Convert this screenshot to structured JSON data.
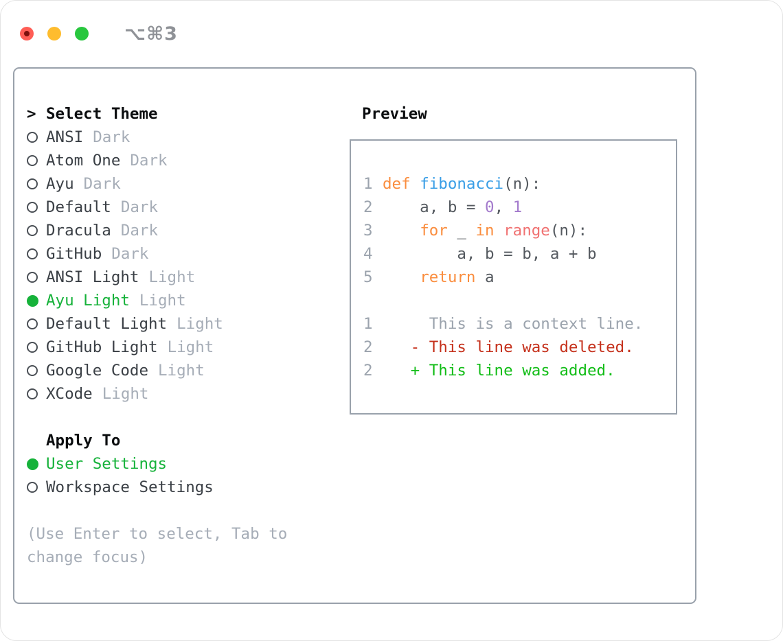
{
  "titlebar": {
    "shortcut": "⌥⌘3",
    "buttons": [
      "close",
      "minimize",
      "zoom"
    ]
  },
  "sidebar": {
    "prompt": ">",
    "title": "Select Theme",
    "items": [
      {
        "name": "ANSI",
        "variant": "Dark",
        "selected": false
      },
      {
        "name": "Atom One",
        "variant": "Dark",
        "selected": false
      },
      {
        "name": "Ayu",
        "variant": "Dark",
        "selected": false
      },
      {
        "name": "Default",
        "variant": "Dark",
        "selected": false
      },
      {
        "name": "Dracula",
        "variant": "Dark",
        "selected": false
      },
      {
        "name": "GitHub",
        "variant": "Dark",
        "selected": false
      },
      {
        "name": "ANSI Light",
        "variant": "Light",
        "selected": false
      },
      {
        "name": "Ayu Light",
        "variant": "Light",
        "selected": true
      },
      {
        "name": "Default Light",
        "variant": "Light",
        "selected": false
      },
      {
        "name": "GitHub Light",
        "variant": "Light",
        "selected": false
      },
      {
        "name": "Google Code",
        "variant": "Light",
        "selected": false
      },
      {
        "name": "XCode",
        "variant": "Light",
        "selected": false
      }
    ],
    "apply_to": {
      "title": "Apply To",
      "options": [
        {
          "label": "User Settings",
          "selected": true
        },
        {
          "label": "Workspace Settings",
          "selected": false
        }
      ]
    },
    "help": "(Use Enter to select, Tab to change focus)"
  },
  "preview": {
    "title": "Preview",
    "code_lines": [
      {
        "num": "1",
        "tokens": [
          {
            "t": "def",
            "c": "keyword"
          },
          {
            "t": " ",
            "c": "text"
          },
          {
            "t": "fibonacci",
            "c": "func"
          },
          {
            "t": "(n):",
            "c": "text"
          }
        ]
      },
      {
        "num": "2",
        "tokens": [
          {
            "t": "    a, b = ",
            "c": "text"
          },
          {
            "t": "0",
            "c": "number"
          },
          {
            "t": ", ",
            "c": "text"
          },
          {
            "t": "1",
            "c": "number"
          }
        ]
      },
      {
        "num": "3",
        "tokens": [
          {
            "t": "    ",
            "c": "text"
          },
          {
            "t": "for",
            "c": "keyword"
          },
          {
            "t": " _ ",
            "c": "text"
          },
          {
            "t": "in",
            "c": "keyword"
          },
          {
            "t": " ",
            "c": "text"
          },
          {
            "t": "range",
            "c": "call"
          },
          {
            "t": "(n):",
            "c": "text"
          }
        ]
      },
      {
        "num": "4",
        "tokens": [
          {
            "t": "        a, b = b, a + b",
            "c": "text"
          }
        ]
      },
      {
        "num": "5",
        "tokens": [
          {
            "t": "    ",
            "c": "text"
          },
          {
            "t": "return",
            "c": "keyword"
          },
          {
            "t": " a",
            "c": "text"
          }
        ]
      },
      {
        "num": "",
        "tokens": []
      },
      {
        "num": "1",
        "tokens": [
          {
            "t": "     This is a context line.",
            "c": "context"
          }
        ]
      },
      {
        "num": "2",
        "tokens": [
          {
            "t": "   - This line was deleted.",
            "c": "deleted"
          }
        ]
      },
      {
        "num": "2",
        "tokens": [
          {
            "t": "   + This line was added.",
            "c": "added"
          }
        ]
      }
    ]
  },
  "colors": {
    "selected_green": "#16b23a",
    "panel_border": "#99a1ab",
    "traffic_red": "#ff5d55",
    "traffic_yellow": "#febc2e",
    "traffic_green": "#28c73e",
    "syntax": {
      "keyword": "#fa8d3e",
      "func": "#399ee6",
      "number": "#a37acc",
      "call": "#f07171",
      "text": "#54595f",
      "context": "#9ba3ad",
      "deleted": "#c5311c",
      "added": "#13bd18"
    }
  }
}
